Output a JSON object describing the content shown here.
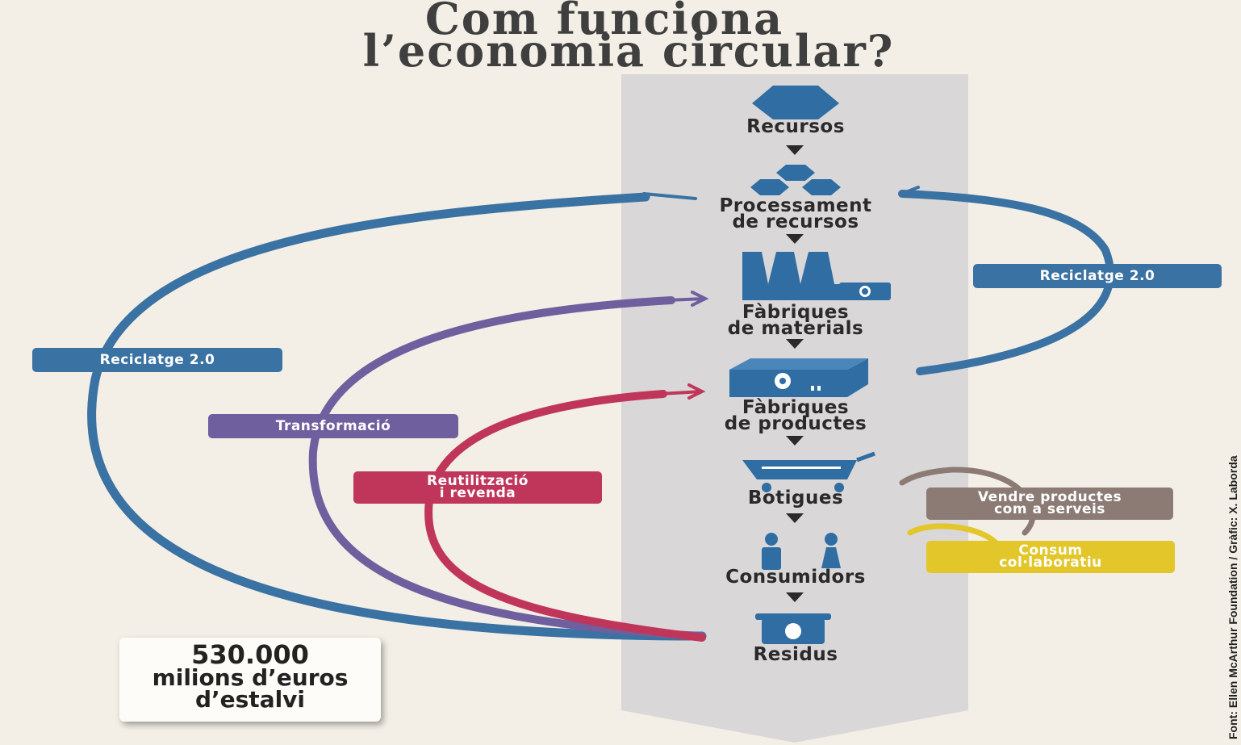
{
  "title": {
    "line1": "Com funciona",
    "line2": "l’economia circular?"
  },
  "steps": [
    {
      "label": "Recursos",
      "icon": "hexagon-icon"
    },
    {
      "label": "Processament de recursos",
      "line1": "Processament",
      "line2": "de recursos",
      "icon": "hexagon-cluster-icon"
    },
    {
      "label": "Fàbriques de materials",
      "line1": "Fàbriques",
      "line2": "de materials",
      "icon": "factory-icon"
    },
    {
      "label": "Fàbriques de productes",
      "line1": "Fàbriques",
      "line2": "de productes",
      "icon": "machine-gear-icon"
    },
    {
      "label": "Botigues",
      "icon": "shopping-cart-icon"
    },
    {
      "label": "Consumidors",
      "icon": "people-icon"
    },
    {
      "label": "Residus",
      "icon": "recycle-bin-icon"
    }
  ],
  "loops": {
    "reciclatge_left": "Reciclatge 2.0",
    "transformacio": "Transformació",
    "reutilitzacio_line1": "Reutilització",
    "reutilitzacio_line2": "i revenda",
    "reciclatge_right": "Reciclatge 2.0",
    "vendre_line1": "Vendre productes",
    "vendre_line2": "com a serveis",
    "consum_line1": "Consum",
    "consum_line2": "col·laboratiu"
  },
  "savings": {
    "amount": "530.000",
    "line2": "milions d’euros",
    "line3": "d’estalvi"
  },
  "source": "Font: Ellen McArthur Foundation / Gràfic: X. Laborda",
  "colors": {
    "background": "#f3efe6",
    "band": "#d9d7d8",
    "icon_blue": "#2f6da3",
    "reciclatge": "#3a72a3",
    "transformacio": "#6f5f9e",
    "reutilitzacio": "#c0365a",
    "vendre": "#8c7b75",
    "consum": "#e3c62a"
  }
}
